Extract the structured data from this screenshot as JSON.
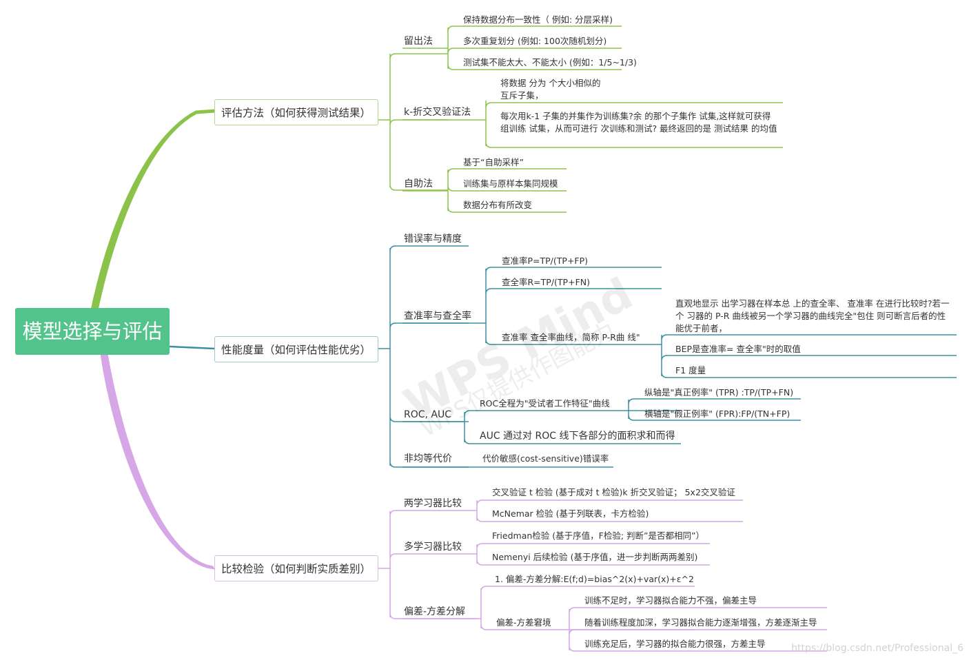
{
  "root": {
    "label": "模型选择与评估"
  },
  "colors": {
    "root": "#52c38a",
    "green": "#8bc34a",
    "teal": "#3a8fa3",
    "purple": "#d6a6e6"
  },
  "categories": [
    {
      "label": "评估方法（如何获得测试结果）",
      "color": "#8bc34a",
      "children": [
        {
          "label": "留出法",
          "children": [
            {
              "label": "保持数据分布一致性（ 例如: 分层采样)"
            },
            {
              "label": "多次重复划分 (例如: 100次随机划分)"
            },
            {
              "label": "测试集不能太大、不能太小 (例如：1/5~1/3)"
            }
          ]
        },
        {
          "label": "k-折交叉验证法",
          "children": [
            {
              "label": "将数据 分为 个大小相似的 互斥子集，"
            },
            {
              "label": "每次用k-1 子集的并集作为训练集?余 的那个子集作 试集,这样就可获得 组训练 试集，从而可进行 次训练和测试? 最终返回的是 测试结果 的均值"
            }
          ]
        },
        {
          "label": "自助法",
          "children": [
            {
              "label": "基于“自助采样”"
            },
            {
              "label": "训练集与原样本集同规模"
            },
            {
              "label": "数据分布有所改变"
            }
          ]
        }
      ]
    },
    {
      "label": "性能度量（如何评估性能优劣）",
      "color": "#3a8fa3",
      "children": [
        {
          "label": "错误率与精度",
          "children": []
        },
        {
          "label": "查准率与查全率",
          "children": [
            {
              "label": "查准率P=TP/(TP+FP)"
            },
            {
              "label": "查全率R=TP/(TP+FN)"
            },
            {
              "label": "查准率 查全率曲线，简称 P-R曲 线\"",
              "children": [
                {
                  "label": "直观地显示 出学习器在样本总 上的查全率、 查准率 在进行比较时?若一个 习器的 P-R 曲线被另一个学习器的曲线完全\"包住 则可断言后者的性能优于前者，"
                },
                {
                  "label": "BEP是查准率= 查全率\"时的取值"
                },
                {
                  "label": "F1 度量"
                }
              ]
            }
          ]
        },
        {
          "label": "ROC, AUC",
          "children": [
            {
              "label": "ROC全程为\"受试者工作特征\"曲线",
              "children": [
                {
                  "label": "纵轴是\"真正例率\" (TPR) :TP/(TP+FN)"
                },
                {
                  "label": "横轴是\"假正例率\" (FPR):FP/(TN+FP)"
                }
              ]
            },
            {
              "label": "AUC 通过对 ROC 线下各部分的面积求和而得"
            }
          ]
        },
        {
          "label": "非均等代价",
          "children": [
            {
              "label": "代价敏感(cost-sensitive)错误率"
            }
          ]
        }
      ]
    },
    {
      "label": "比较检验（如何判断实质差别）",
      "color": "#d6a6e6",
      "children": [
        {
          "label": "两学习器比较",
          "children": [
            {
              "label": "交叉验证 t 检验 (基于成对 t 检验)k 折交叉验证； 5x2交叉验证"
            },
            {
              "label": "McNemar 检验 (基于列联表，卡方检验)"
            }
          ]
        },
        {
          "label": "多学习器比较",
          "children": [
            {
              "label": "Friedman检验 (基于序值，F检验; 判断”是否都相同”）"
            },
            {
              "label": "Nemenyi 后续检验 (基于序值，进一步判断两两差别)"
            }
          ]
        },
        {
          "label": "偏差-方差分解",
          "children": [
            {
              "label": "1.  偏差-方差分解:E(f;d)=bias^2(x)+var(x)+ε^2"
            },
            {
              "label": "偏差-方差窘境",
              "children": [
                {
                  "label": "训练不足时，学习器拟合能力不强，偏差主导"
                },
                {
                  "label": "随着训练程度加深，学习器拟合能力逐渐增强，方差逐渐主导"
                },
                {
                  "label": "训练充足后，学习器的拟合能力很强，方差主导"
                }
              ]
            }
          ]
        }
      ]
    }
  ],
  "watermark": {
    "line1": "WPS Mind",
    "line2": "WPS仅提供作图能力"
  },
  "footer": "https://blog.csdn.net/Professional_6"
}
